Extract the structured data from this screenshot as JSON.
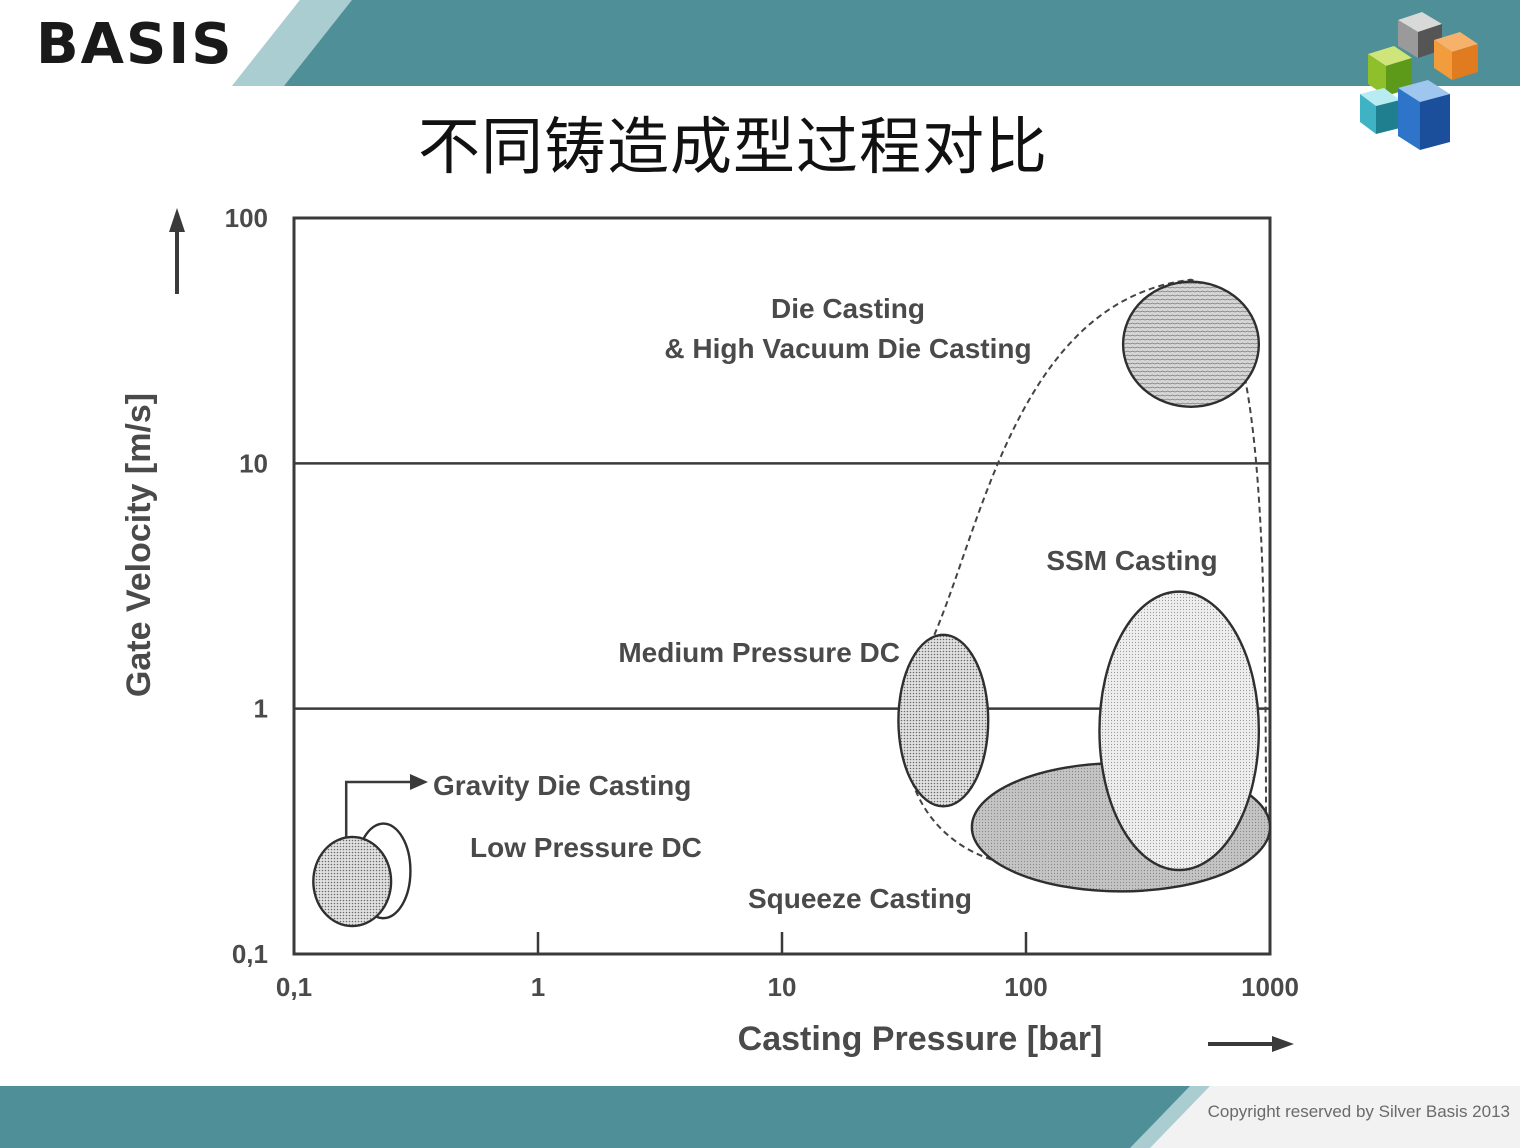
{
  "header": {
    "logo": "BASIS",
    "title": "不同铸造成型过程对比"
  },
  "footer": {
    "copyright": "Copyright reserved by Silver Basis 2013"
  },
  "colors": {
    "bar": "#4f8f97",
    "bar_light": "#a9cdd1"
  },
  "chart_data": {
    "type": "scatter",
    "title": "",
    "xlabel": "Casting Pressure   [bar]",
    "ylabel": "Gate Velocity  [m/s]",
    "xscale": "log",
    "yscale": "log",
    "xlim": [
      0.1,
      1000
    ],
    "ylim": [
      0.1,
      100
    ],
    "xticks": [
      "0,1",
      "1",
      "10",
      "100",
      "1000"
    ],
    "yticks": [
      "0,1",
      "1",
      "10",
      "100"
    ],
    "grid": "horizontal at 1 and 10",
    "regions": [
      {
        "name": "Die Casting & High Vacuum Die Casting",
        "label": [
          "Die Casting",
          "& High Vacuum Die Casting"
        ],
        "x_range": [
          250,
          900
        ],
        "y_range": [
          17,
          55
        ],
        "fill": "hatched"
      },
      {
        "name": "Medium Pressure DC",
        "label": [
          "Medium Pressure DC"
        ],
        "x_range": [
          30,
          70
        ],
        "y_range": [
          0.4,
          2.0
        ],
        "fill": "dotted"
      },
      {
        "name": "SSM Casting",
        "label": [
          "SSM Casting"
        ],
        "x_range": [
          200,
          900
        ],
        "y_range": [
          0.22,
          3.0
        ],
        "fill": "light-dotted"
      },
      {
        "name": "Squeeze Casting",
        "label": [
          "Squeeze Casting"
        ],
        "x_range": [
          60,
          1000
        ],
        "y_range": [
          0.18,
          0.6
        ],
        "fill": "grey"
      },
      {
        "name": "Gravity Die Casting",
        "label": [
          "Gravity Die Casting"
        ],
        "x_range": [
          0.12,
          0.25
        ],
        "y_range": [
          0.13,
          0.3
        ],
        "fill": "dotted"
      },
      {
        "name": "Low Pressure DC",
        "label": [
          "Low Pressure DC"
        ],
        "x_range": [
          0.18,
          0.3
        ],
        "y_range": [
          0.14,
          0.34
        ],
        "fill": "white"
      }
    ],
    "envelope": "dashed outline enclosing Medium Pressure DC, Squeeze Casting, SSM Casting and Die Casting regions"
  }
}
